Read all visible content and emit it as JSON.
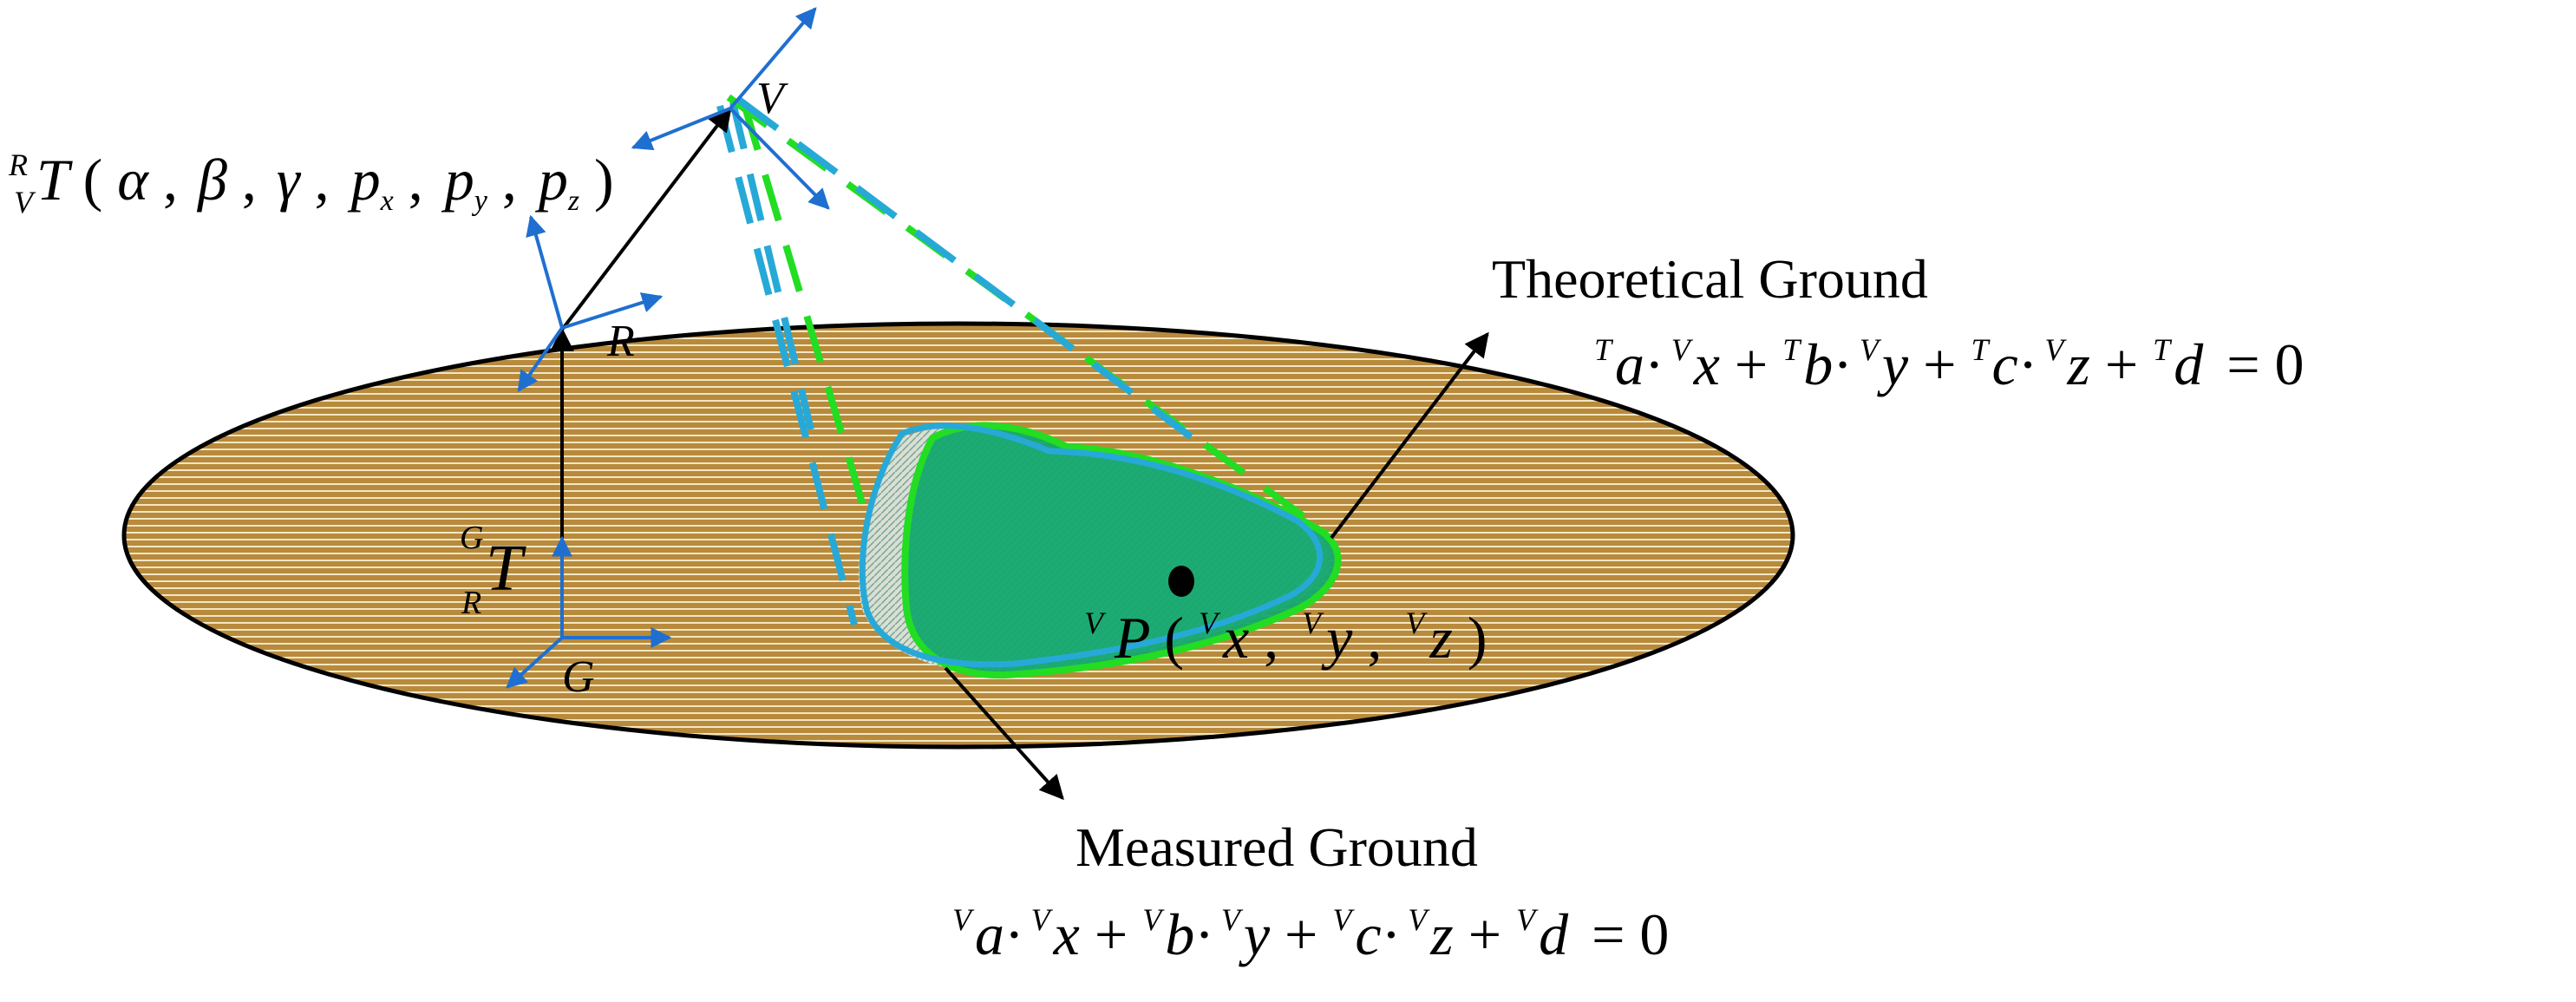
{
  "colors": {
    "ground_fill": "#b88a3c",
    "ground_stripe": "#f3e6c4",
    "ground_outline": "#000000",
    "frame_axes": "#1f6fd0",
    "transform_arrows": "#000000",
    "measured_region_fill": "#14a86e",
    "measured_region_outline": "#27a9d8",
    "theoretical_region_outline": "#22dd22",
    "cone_dash_green": "#22dd22",
    "cone_dash_cyan": "#27a9d8",
    "point_marker": "#000000"
  },
  "frames": {
    "ground": {
      "label": "G",
      "icon": "coordinate-frame-icon"
    },
    "robot": {
      "label": "R",
      "icon": "coordinate-frame-icon"
    },
    "vision": {
      "label": "V",
      "icon": "coordinate-frame-icon"
    }
  },
  "transforms": {
    "ground_to_robot": {
      "sup": "G",
      "sub": "R",
      "symbol": "T"
    },
    "robot_to_vision": {
      "sup": "R",
      "sub": "V",
      "symbol": "T",
      "args_open": "(",
      "alpha": "α",
      "beta": "β",
      "gamma": "γ",
      "p": "p",
      "x": "x",
      "y": "y",
      "z": "z",
      "comma": ",",
      "args_close": ")"
    }
  },
  "point": {
    "frame_sup": "V",
    "symbol": "P",
    "open": "(",
    "x": "x",
    "y": "y",
    "z": "z",
    "comma": ",",
    "close": ")"
  },
  "theoretical_ground": {
    "title": "Theoretical Ground",
    "coef_sup": "T",
    "var_sup": "V",
    "a": "a",
    "b": "b",
    "c": "c",
    "d": "d",
    "x": "x",
    "y": "y",
    "z": "z",
    "dot": "·",
    "plus": "+",
    "equals": "= 0"
  },
  "measured_ground": {
    "title": "Measured Ground",
    "coef_sup": "V",
    "var_sup": "V",
    "a": "a",
    "b": "b",
    "c": "c",
    "d": "d",
    "x": "x",
    "y": "y",
    "z": "z",
    "dot": "·",
    "plus": "+",
    "equals": "= 0"
  }
}
